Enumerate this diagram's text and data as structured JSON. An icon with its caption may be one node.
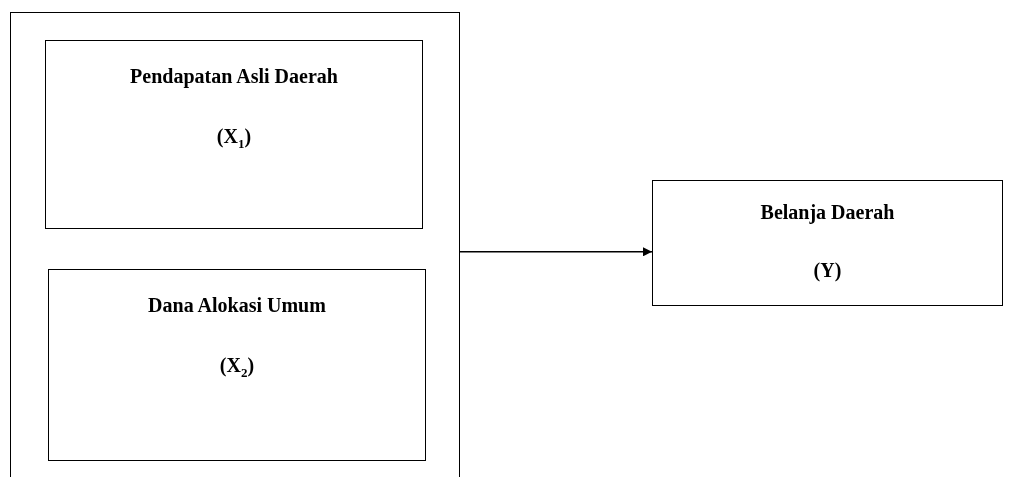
{
  "diagram": {
    "nodes": [
      {
        "text": [],
        "shape": "box"
      },
      {
        "text": [
          "Pendapatan Asli Daerah",
          "(X$_{1}$)"
        ],
        "in": 0
      },
      {
        "text": [
          "Dana Alokasi Umum",
          "(X$_{2}$)"
        ],
        "in": 0
      },
      {
        "text": [
          "Belanja Daerah",
          "(Y)"
        ]
      }
    ],
    "edges": [
      {
        "from": 0,
        "to": 3,
        "arrow": "to"
      }
    ]
  }
}
